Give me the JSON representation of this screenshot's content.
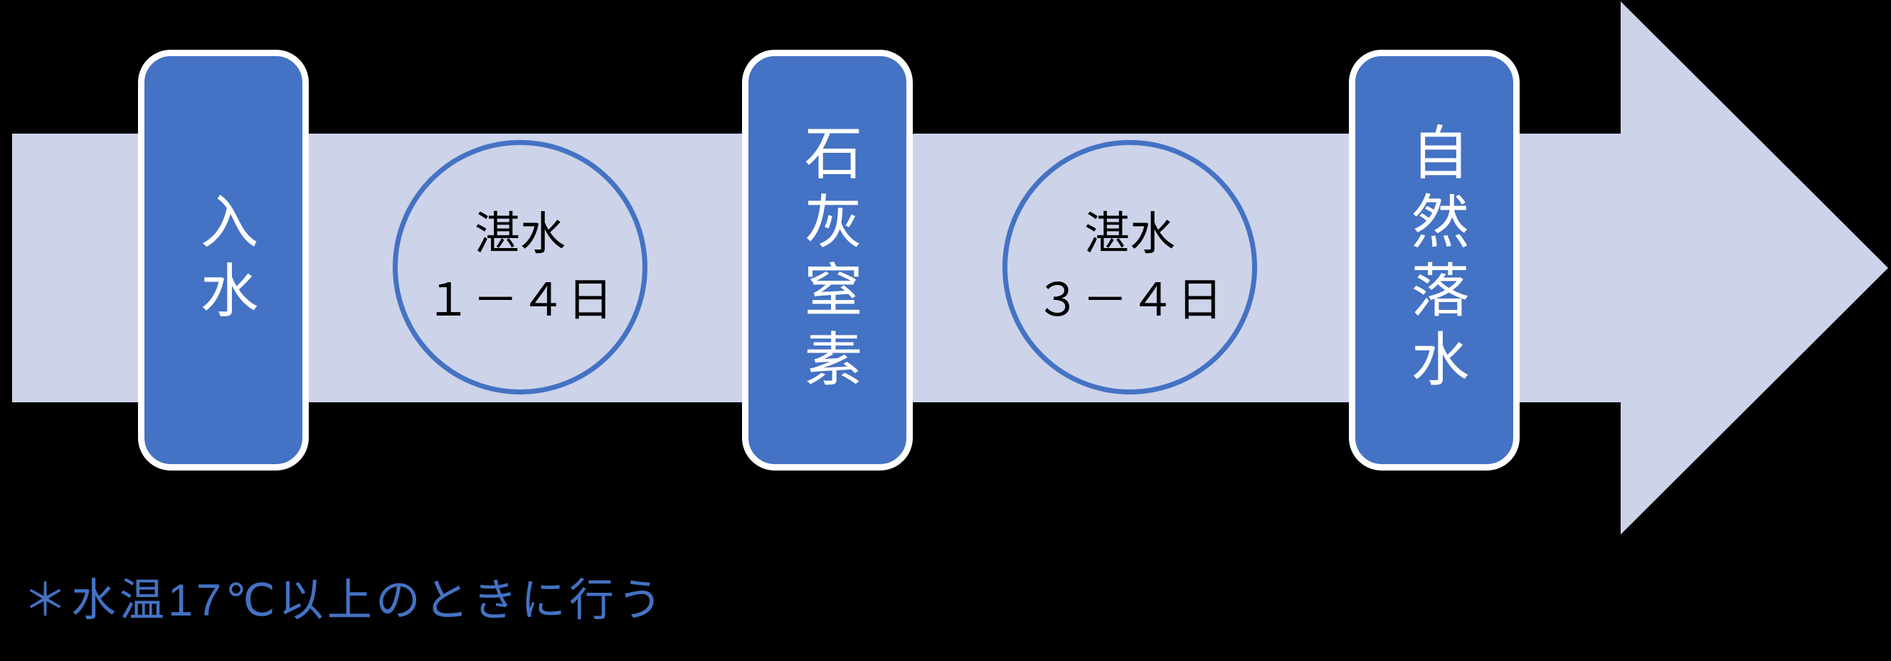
{
  "colors": {
    "background": "#000000",
    "arrow_band": "#CDD3E9",
    "accent_blue": "#4472C4",
    "box_border": "#FFFFFF",
    "box_text": "#FFFFFF",
    "circle_text": "#000000",
    "note_text": "#4472C4"
  },
  "flow": {
    "direction": "left-to-right",
    "steps": [
      {
        "kind": "box",
        "label": "入水"
      },
      {
        "kind": "circle",
        "line1": "湛水",
        "line2": "１－４日"
      },
      {
        "kind": "box",
        "label": "石灰窒素"
      },
      {
        "kind": "circle",
        "line1": "湛水",
        "line2": "３－４日"
      },
      {
        "kind": "box",
        "label": "自然落水"
      }
    ]
  },
  "note": "＊水温17℃以上のときに行う"
}
